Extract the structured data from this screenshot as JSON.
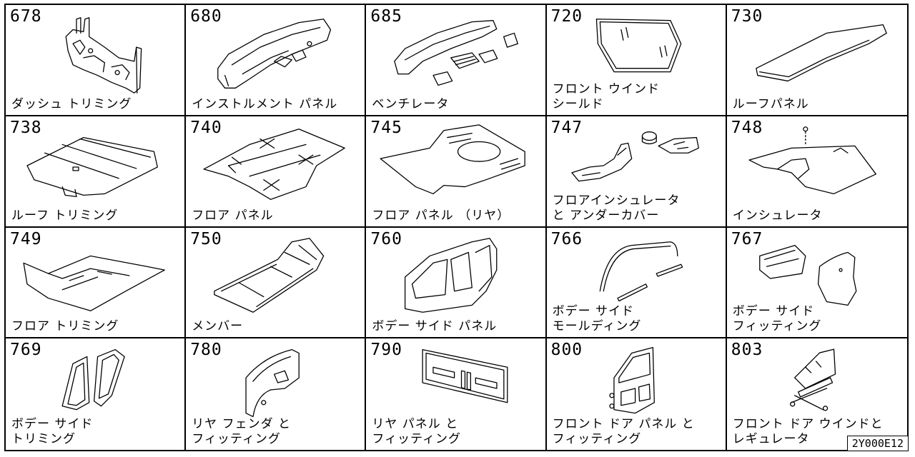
{
  "cells": [
    {
      "number": "678",
      "label": "ダッシュ トリミング",
      "icon": "dash-trimming-icon"
    },
    {
      "number": "680",
      "label": "インストルメント パネル",
      "icon": "instrument-panel-icon"
    },
    {
      "number": "685",
      "label": "ベンチレータ",
      "icon": "ventilator-icon"
    },
    {
      "number": "720",
      "label": "フロント ウインド\nシールド",
      "icon": "front-windshield-icon"
    },
    {
      "number": "730",
      "label": "ルーフパネル",
      "icon": "roof-panel-icon"
    },
    {
      "number": "738",
      "label": "ルーフ トリミング",
      "icon": "roof-trimming-icon"
    },
    {
      "number": "740",
      "label": "フロア パネル",
      "icon": "floor-panel-icon"
    },
    {
      "number": "745",
      "label": "フロア パネル （リヤ）",
      "icon": "rear-floor-panel-icon"
    },
    {
      "number": "747",
      "label": "フロアインシュレータ\nと アンダーカバー",
      "icon": "floor-insulator-icon"
    },
    {
      "number": "748",
      "label": "インシュレータ",
      "icon": "insulator-icon"
    },
    {
      "number": "749",
      "label": "フロア トリミング",
      "icon": "floor-trimming-icon"
    },
    {
      "number": "750",
      "label": "メンバー",
      "icon": "member-frame-icon"
    },
    {
      "number": "760",
      "label": "ボデー サイド パネル",
      "icon": "body-side-panel-icon"
    },
    {
      "number": "766",
      "label": "ボデー サイド\nモールディング",
      "icon": "body-side-molding-icon"
    },
    {
      "number": "767",
      "label": "ボデー サイド\nフィッティング",
      "icon": "body-side-fitting-icon"
    },
    {
      "number": "769",
      "label": "ボデー サイド\nトリミング",
      "icon": "body-side-trimming-icon"
    },
    {
      "number": "780",
      "label": "リヤ フェンダ と\nフィッティング",
      "icon": "rear-fender-icon"
    },
    {
      "number": "790",
      "label": "リヤ パネル と\nフィッティング",
      "icon": "rear-panel-icon"
    },
    {
      "number": "800",
      "label": "フロント ドア パネル と\nフィッティング",
      "icon": "front-door-panel-icon"
    },
    {
      "number": "803",
      "label": "フロント ドア ウインドと\nレギュレータ",
      "icon": "door-window-regulator-icon"
    }
  ],
  "diagram_code": "2Y000E12"
}
